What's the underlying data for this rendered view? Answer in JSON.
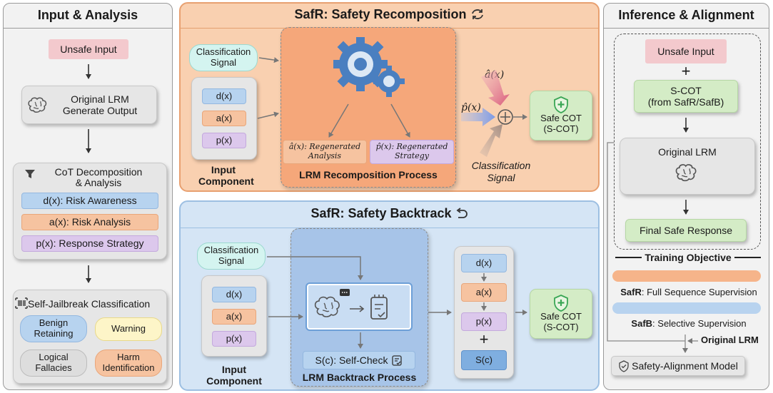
{
  "left_panel": {
    "title": "Input & Analysis",
    "unsafe_input": "Unsafe Input",
    "original_lrm_line1": "Original LRM",
    "original_lrm_line2": "Generate Output",
    "cot_title_line1": "CoT Decomposition",
    "cot_title_line2": "& Analysis",
    "d_label": "d(x): Risk Awareness",
    "a_label": "a(x): Risk Analysis",
    "p_label": "p(x): Response Strategy",
    "jb_title": "Self-Jailbreak Classification",
    "benign": "Benign Retaining",
    "warning": "Warning",
    "logical": "Logical Fallacies",
    "harm": "Harm Identification"
  },
  "recompose": {
    "title": "SafR: Safety Recomposition",
    "classification_signal": "Classification Signal",
    "d": "d(x)",
    "a": "a(x)",
    "p": "p(x)",
    "input_component": "Input Component",
    "regen_analysis": "â(x): Regenerated Analysis",
    "regen_strategy": "p̂(x): Regenerated Strategy",
    "process_label": "LRM Recomposition Process",
    "a_hat": "â(x)",
    "p_hat": "p̂(x)",
    "class_signal_italic": "Classification Signal",
    "safe_cot": "Safe COT (S-COT)"
  },
  "backtrack": {
    "title": "SafR: Safety Backtrack",
    "classification_signal": "Classification Signal",
    "d": "d(x)",
    "a": "a(x)",
    "p": "p(x)",
    "input_component": "Input Component",
    "self_check": "S(c): Self-Check",
    "process_label": "LRM Backtrack Process",
    "sc": "S(c)",
    "plus": "+",
    "safe_cot": "Safe COT (S-COT)"
  },
  "right_panel": {
    "title": "Inference & Alignment",
    "unsafe_input": "Unsafe Input",
    "plus": "+",
    "scot_line1": "S-COT",
    "scot_line2": "(from SafR/SafB)",
    "original_lrm": "Original LRM",
    "final_safe": "Final Safe Response",
    "training_objective": "Training Objective",
    "safr_bold": "SafR",
    "safr_desc": ": Full Sequence Supervision",
    "safb_bold": "SafB",
    "safb_desc": ": Selective Supervision",
    "original_lrm_arrow": "Original LRM",
    "alignment_model": "Safety-Alignment Model"
  },
  "colors": {
    "recompose_bg": "#f9d0b0",
    "backtrack_bg": "#d5e5f5",
    "accent_green": "#3aa655"
  }
}
